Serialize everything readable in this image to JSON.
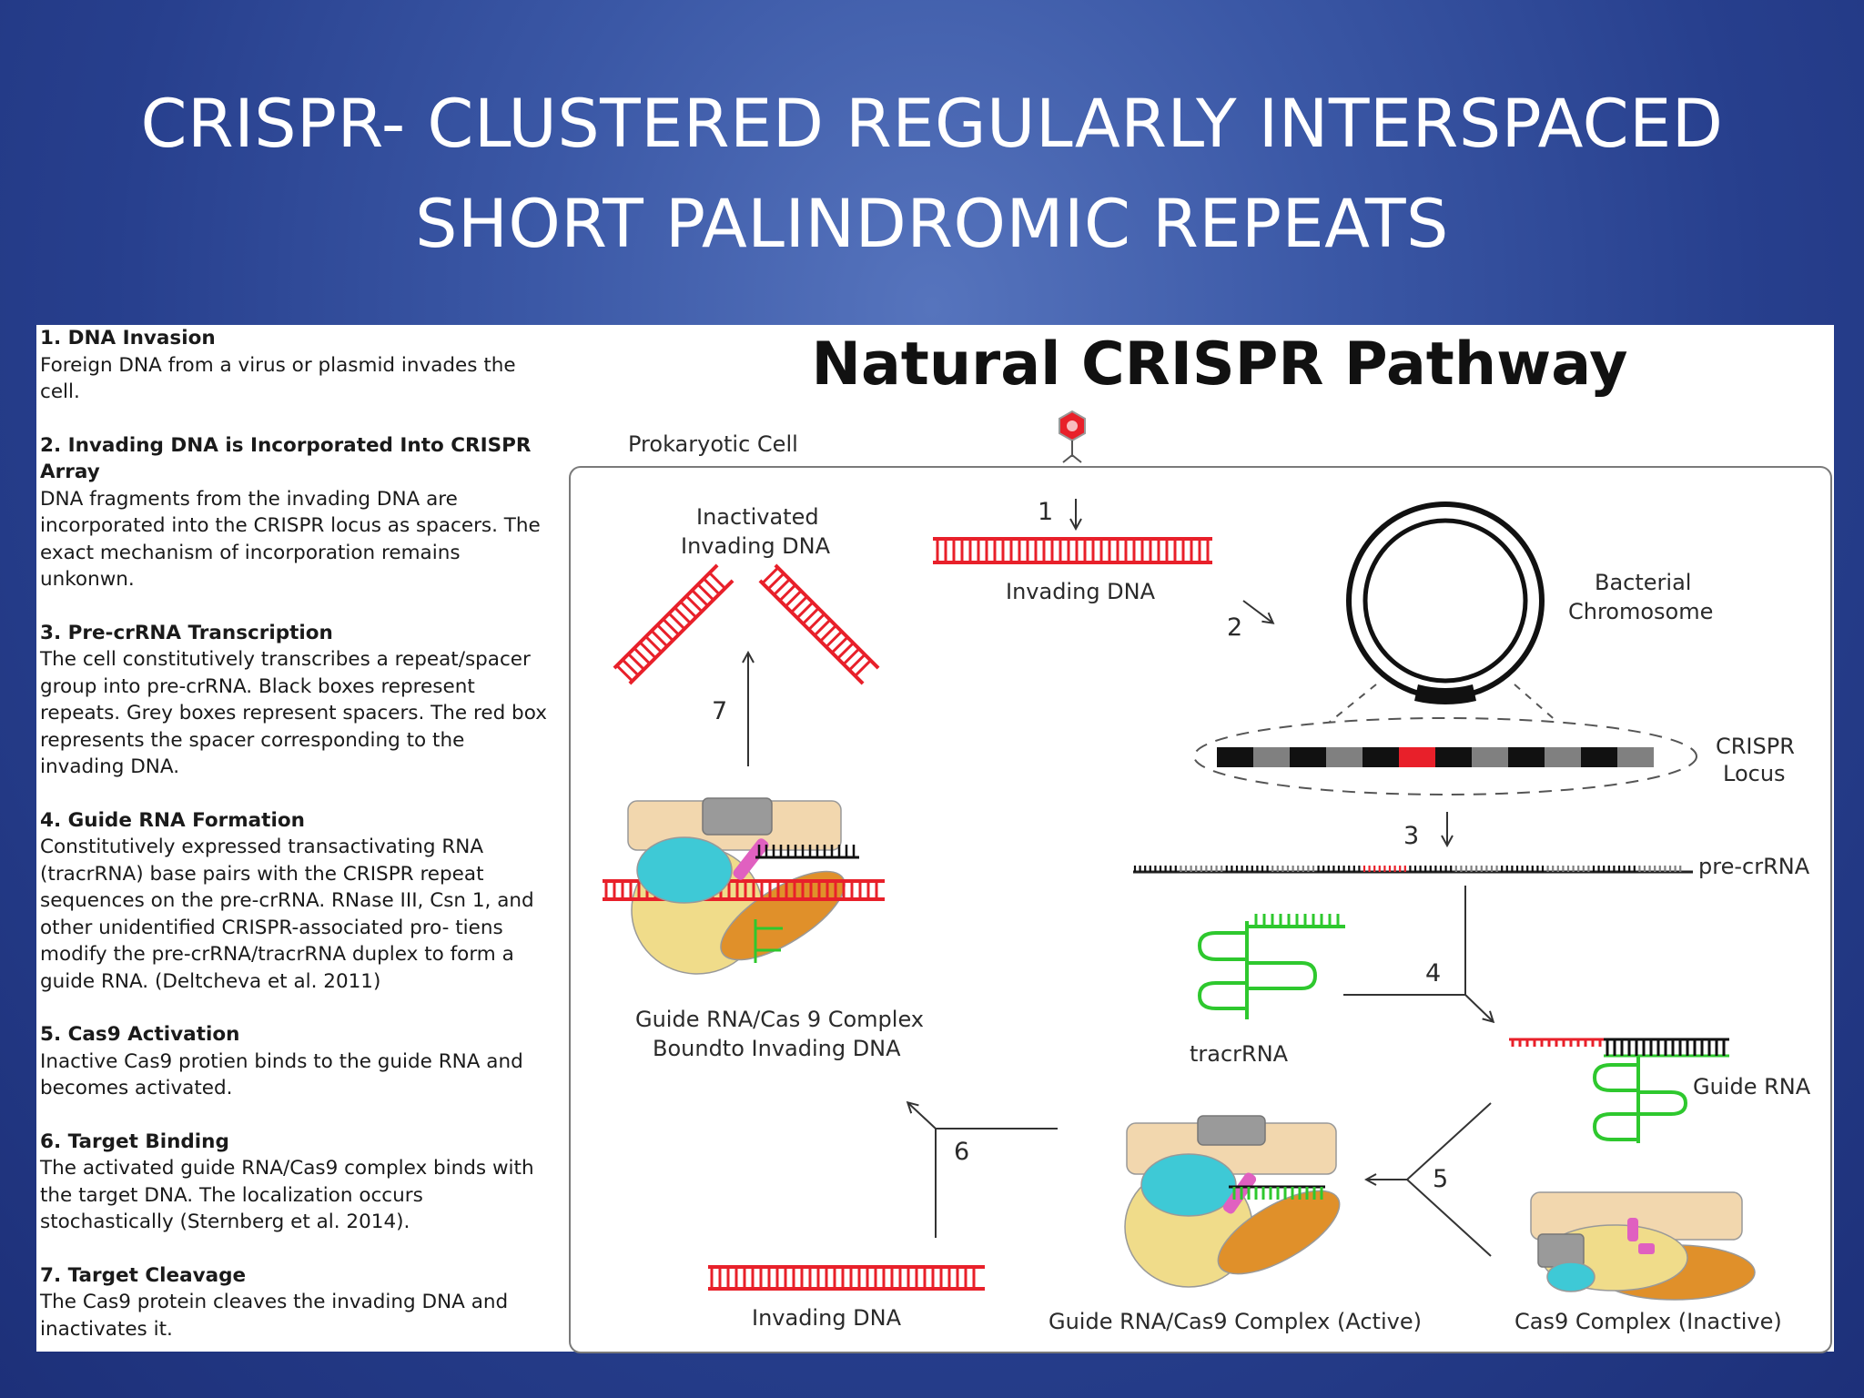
{
  "slide": {
    "title_line1": "CRISPR- CLUSTERED REGULARLY INTERSPACED",
    "title_line2": "SHORT PALINDROMIC REPEATS"
  },
  "steps": [
    {
      "heading": "1. DNA Invasion",
      "body": "Foreign DNA from a virus or plasmid invades the cell."
    },
    {
      "heading": "2. Invading DNA  is Incorporated Into CRISPR Array",
      "body": "DNA fragments from the invading DNA are incorporated into the CRISPR locus as spacers. The exact mechanism of incorporation remains unkonwn."
    },
    {
      "heading": "3. Pre-crRNA Transcription",
      "body": "The cell constitutively transcribes a repeat/spacer group into pre-crRNA. Black boxes represent repeats. Grey boxes represent spacers. The red box represents the spacer corresponding to the invading DNA."
    },
    {
      "heading": "4. Guide RNA Formation",
      "body": "Constitutively expressed transactivating RNA (tracrRNA) base pairs with the CRISPR repeat sequences on the pre-crRNA. RNase III, Csn 1, and other unidentified CRISPR-associated pro- tiens modify the pre-crRNA/tracrRNA  duplex to form a guide RNA. (Deltcheva et al. 2011)"
    },
    {
      "heading": "5. Cas9 Activation",
      "body": "Inactive Cas9 protien binds to the guide RNA and becomes activated."
    },
    {
      "heading": "6. Target Binding",
      "body": "The activated guide RNA/Cas9 complex binds with the target DNA. The localization occurs stochastically (Sternberg et al. 2014)."
    },
    {
      "heading": "7. Target Cleavage",
      "body": "The Cas9 protein cleaves the invading DNA and inactivates it."
    }
  ],
  "diagram": {
    "title": "Natural CRISPR Pathway",
    "labels": {
      "prokaryotic_cell": "Prokaryotic Cell",
      "inactivated_line1": "Inactivated",
      "inactivated_line2": "Invading DNA",
      "invading_dna_top": "Invading DNA",
      "bacterial_line1": "Bacterial",
      "bacterial_line2": "Chromosome",
      "crispr_line1": "CRISPR",
      "crispr_line2": "Locus",
      "pre_crrna": "pre-crRNA",
      "tracrrna": "tracrRNA",
      "guide_rna": "Guide RNA",
      "complex_bound_line1": "Guide RNA/Cas 9 Complex",
      "complex_bound_line2": "Boundto Invading DNA",
      "invading_dna_bottom": "Invading DNA",
      "complex_active": "Guide RNA/Cas9 Complex (Active)",
      "complex_inactive": "Cas9 Complex (Inactive)"
    },
    "step_numbers": [
      "1",
      "2",
      "3",
      "4",
      "5",
      "6",
      "7"
    ],
    "colors": {
      "dna_red": "#e8202a",
      "rna_green": "#2ec82e",
      "repeat_black": "#111111",
      "spacer_grey": "#808080",
      "cas9_tan": "#f2d7ae",
      "cas9_yellow": "#f0dc8a",
      "cas9_cyan": "#3ec9d6",
      "cas9_orange": "#e0902a",
      "cas9_pink": "#e060c0",
      "cas9_grey": "#9a9a9a"
    }
  }
}
